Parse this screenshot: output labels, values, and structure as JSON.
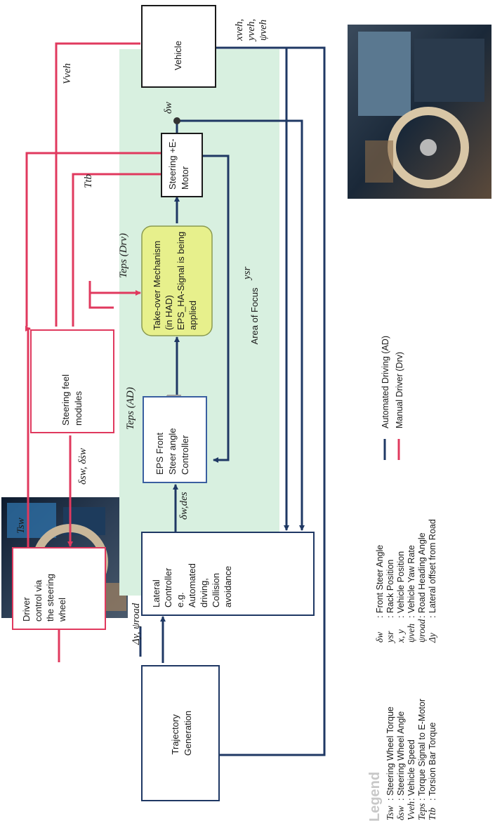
{
  "colors": {
    "ad_line": "#1f3864",
    "drv_line": "#e0395e",
    "focus_fill": "#d8f0e0",
    "takeover_fill": "#e7f08c"
  },
  "blocks": {
    "trajectory": [
      "Trajectory",
      "Generation"
    ],
    "lateral": [
      "Lateral",
      "Controller",
      "e.g.",
      "Automated",
      "driving,",
      "Collision",
      "avoidance"
    ],
    "driver": [
      "Driver",
      "control via",
      "the steering",
      "wheel"
    ],
    "eps": [
      "EPS Front",
      "Steer angle",
      "Controller"
    ],
    "feel": [
      "Steering feel",
      "modules"
    ],
    "takeover": [
      "Take-over Mechanism",
      "(in HAD)",
      "EPS_HA-Signal is being",
      "applied"
    ],
    "steering": [
      "Steering +E-",
      "Motor"
    ],
    "vehicle": [
      "Vehicle"
    ]
  },
  "focus_area_label": "Area of Focus",
  "signals": {
    "dy_psi_road": "Δy, ψroad",
    "delta_w_des": "δw,des",
    "t_sw": "Tsw",
    "delta_sw": "δsw, δ̇sw",
    "t_eps_ad": "Teps (AD)",
    "t_eps_drv": "Teps (Drv)",
    "t_tb": "Ttb",
    "y_sr": "ysr",
    "delta_w": "δw",
    "v_veh": "Vveh",
    "x_veh": "xveh,",
    "y_veh": "yveh,",
    "psi_veh": "ψveh"
  },
  "legend": {
    "title": "Legend",
    "left": [
      {
        "sym": "Tsw",
        "desc": ": Steering Wheel Torque"
      },
      {
        "sym": "δsw",
        "desc": ": Steering Wheel Angle"
      },
      {
        "sym": "Vveh",
        "desc": ": Vehicle Speed"
      },
      {
        "sym": "Teps",
        "desc": ": Torque Signal to E-Motor"
      },
      {
        "sym": "Ttb",
        "desc": ": Torsion Bar Torque"
      }
    ],
    "middle": [
      {
        "sym": "δw",
        "desc": ": Front Steer Angle"
      },
      {
        "sym": "ysr",
        "desc": ": Rack Position"
      },
      {
        "sym": "x, y",
        "desc": ": Vehicle Position"
      },
      {
        "sym": "ψveh",
        "desc": ": Vehicle Yaw Rate"
      },
      {
        "sym": "ψroad",
        "desc": ": Road Heading Angle"
      },
      {
        "sym": "Δy",
        "desc": ": Lateral offset from Road"
      }
    ],
    "lines": [
      {
        "label": "Automated Driving (AD)",
        "color": "#1f3864"
      },
      {
        "label": "Manual Driver (Drv)",
        "color": "#e0395e"
      }
    ]
  },
  "photos": {
    "top": "car-interior-photo",
    "bottom": "car-interior-photo"
  }
}
